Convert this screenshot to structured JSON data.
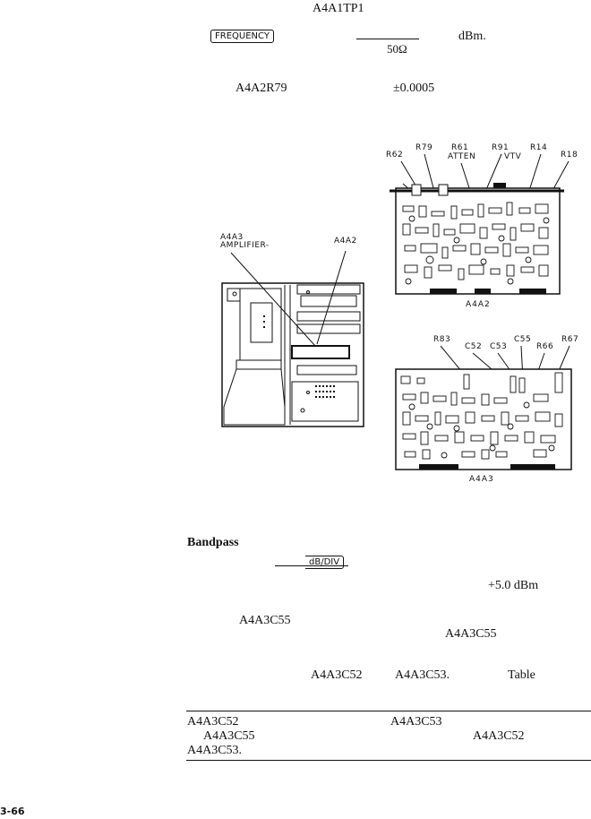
{
  "line1": {
    "ref": "A4A1TP1"
  },
  "line2": {
    "key": "FREQUENCY",
    "unit": "dBm.",
    "impedance": "50Ω"
  },
  "line3": {
    "ref": "A4A2R79",
    "tolerance": "±0.0005"
  },
  "a4a2_board": {
    "labels": [
      "R62",
      "R79",
      "R61",
      "ATTEN",
      "R91",
      "VTV",
      "R14",
      "R18"
    ],
    "caption": "A4A2"
  },
  "chassis": {
    "label_left": [
      "A4A3",
      "AMPLIFIER-"
    ],
    "label_right": "A4A2"
  },
  "a4a3_board": {
    "labels": [
      "R83",
      "C52",
      "C53",
      "C55",
      "R66",
      "R67"
    ],
    "caption": "A4A3"
  },
  "bandpass": {
    "heading": "Bandpass",
    "key": "dB/DIV",
    "level": "+5.0 dBm",
    "c55_a": "A4A3C55",
    "c55_b": "A4A3C55",
    "c52": "A4A3C52",
    "c53": "A4A3C53.",
    "table": "Table"
  },
  "note": {
    "l1a": "A4A3C52",
    "l1b": "A4A3C53",
    "l2a": "A4A3C55",
    "l2b": "A4A3C52",
    "l3": "A4A3C53."
  },
  "page_number": "3-66"
}
